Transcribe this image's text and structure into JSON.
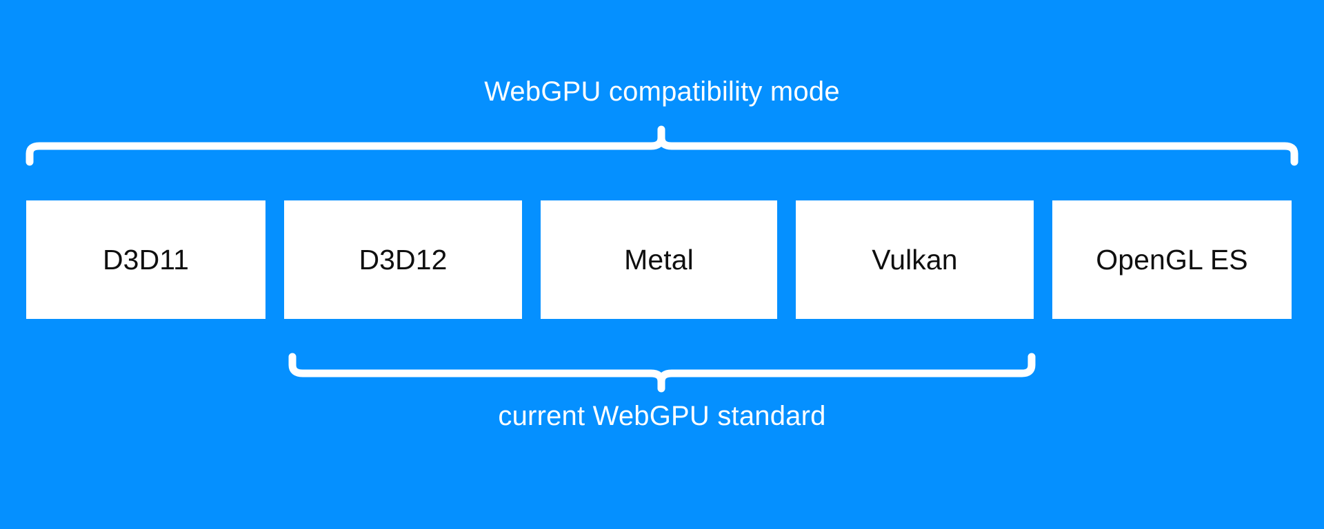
{
  "diagram": {
    "background_color": "#0590ff",
    "box_fill_color": "#ffffff",
    "box_text_color": "#0f0f0f",
    "brace_color": "#ffffff",
    "top_brace": {
      "label": "WebGPU compatibility mode",
      "covers": [
        "D3D11",
        "D3D12",
        "Metal",
        "Vulkan",
        "OpenGL ES"
      ]
    },
    "bottom_brace": {
      "label": "current WebGPU standard",
      "covers": [
        "D3D12",
        "Metal",
        "Vulkan"
      ]
    },
    "api_boxes": [
      {
        "label": "D3D11"
      },
      {
        "label": "D3D12"
      },
      {
        "label": "Metal"
      },
      {
        "label": "Vulkan"
      },
      {
        "label": "OpenGL ES"
      }
    ]
  }
}
